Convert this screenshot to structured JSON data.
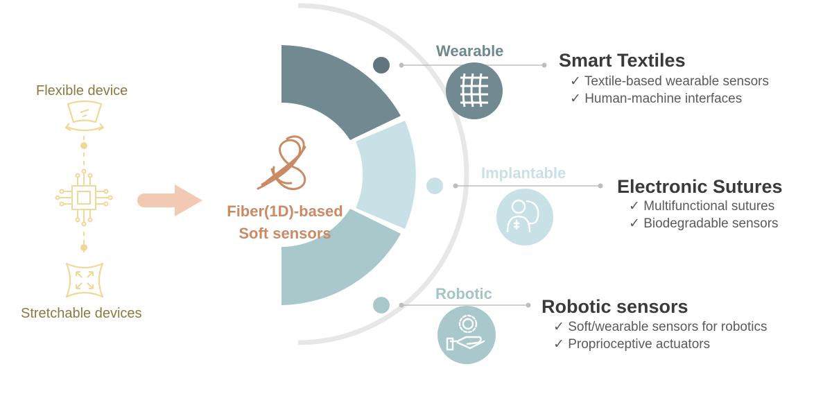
{
  "left": {
    "flexible_label": "Flexible device",
    "stretchable_label": "Stretchable devices"
  },
  "center": {
    "title_line1": "Fiber(1D)-based",
    "title_line2": "Soft sensors"
  },
  "categories": [
    {
      "label": "Wearable",
      "label_color": "#6e8890",
      "segment_color": "#718a92",
      "title": "Smart Textiles",
      "bullets": [
        "Textile-based wearable sensors",
        "Human-machine interfaces"
      ],
      "icon": "textile-icon"
    },
    {
      "label": "Implantable",
      "label_color": "#c8e0e6",
      "segment_color": "#c7e1e6",
      "title": "Electronic Sutures",
      "bullets": [
        "Multifunctional sutures",
        "Biodegradable sensors"
      ],
      "icon": "implant-body-icon"
    },
    {
      "label": "Robotic",
      "label_color": "#a4c4c8",
      "segment_color": "#a9c8cb",
      "title": "Robotic sensors",
      "bullets": [
        "Soft/wearable sensors for robotics",
        "Proprioceptive actuators"
      ],
      "icon": "robotic-hand-gear-icon"
    }
  ],
  "colors": {
    "accent_gold": "#f0d898",
    "arrow_peach": "#f2c9b2",
    "fiber_brown": "#c98a64"
  }
}
